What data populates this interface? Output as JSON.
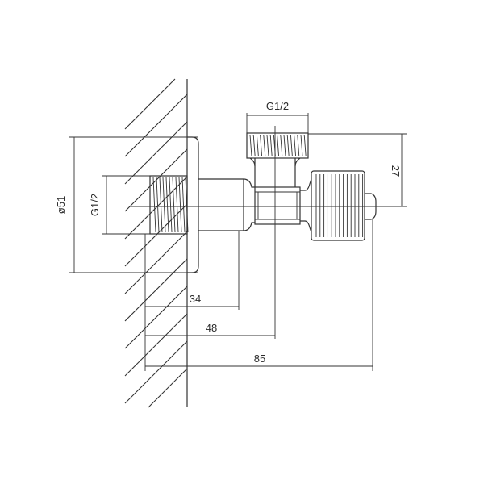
{
  "labels": {
    "top_thread": "G1/2",
    "side_thread": "G1/2",
    "diameter": "ø51",
    "dim_27": "27",
    "dim_34": "34",
    "dim_48": "48",
    "dim_85": "85"
  },
  "colors": {
    "line": "#333333",
    "background": "#ffffff"
  }
}
